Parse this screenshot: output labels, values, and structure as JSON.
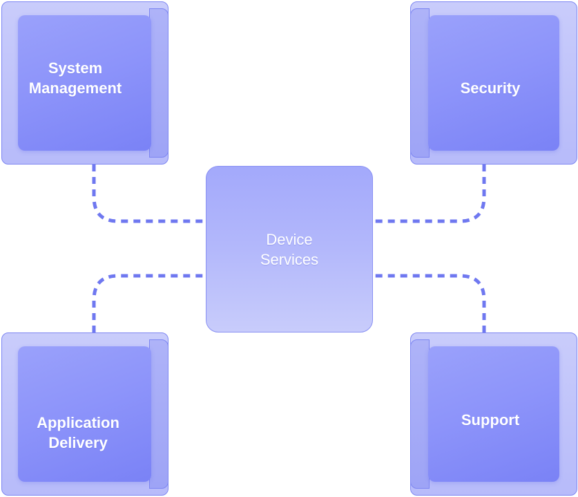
{
  "diagram": {
    "center": {
      "label": "Device\nServices"
    },
    "nodes": {
      "top_left": {
        "label": "System\nManagement"
      },
      "top_right": {
        "label": "Security"
      },
      "bottom_left": {
        "label": "Application\nDelivery"
      },
      "bottom_right": {
        "label": "Support"
      }
    }
  },
  "colors": {
    "connector": "#6f78f0",
    "face": "#8d94fa",
    "slab": "#c9ccfb",
    "background": "#ffffff"
  }
}
